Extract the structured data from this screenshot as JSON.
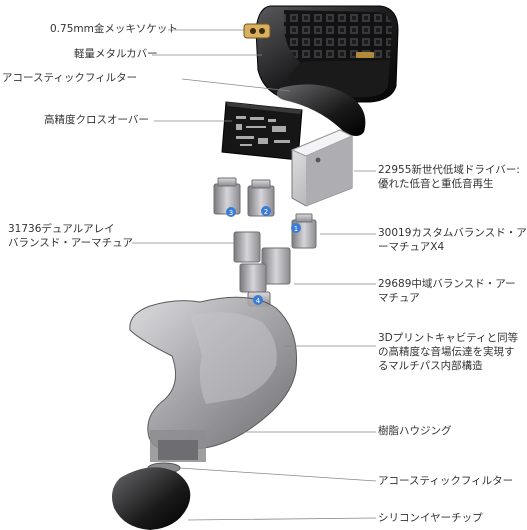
{
  "labels": {
    "socket": "0.75mm金メッキソケット",
    "cover": "軽量メタルカバー",
    "acoustic_filter_top": "アコースティックフィルター",
    "crossover": "高精度クロスオーバー",
    "driver_line1": "22955新世代低域ドライバー:",
    "driver_line2": "優れた低音と重低音再生",
    "dual_armature_line1": "31736デュアルアレイ",
    "dual_armature_line2": "バランスド・アーマチュア",
    "custom_armature_line1": "30019カスタムバランスド・ア",
    "custom_armature_line2": "ーマチュアX4",
    "mid_armature_line1": "29689中域バランスド・アー",
    "mid_armature_line2": "マチュア",
    "print_line1": "3Dプリントキャビティと同等",
    "print_line2": "の高精度な音場伝達を実現す",
    "print_line3": "るマルチパス内部構造",
    "housing": "樹脂ハウジング",
    "acoustic_filter_bottom": "アコースティックフィルター",
    "eartip": "シリコンイヤーチップ"
  },
  "badges": [
    "1",
    "2",
    "3",
    "4"
  ],
  "colors": {
    "badge": "#3a7bd5",
    "leader": "#888888",
    "metal_dark": "#1c1c1e",
    "silver": "#b9b9bd"
  }
}
